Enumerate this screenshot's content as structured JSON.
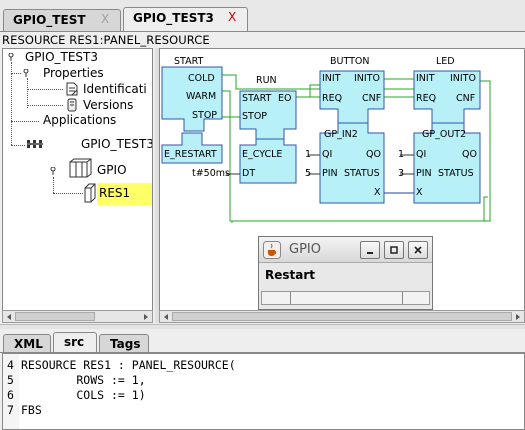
{
  "tabs": [
    {
      "label": "GPIO_TEST",
      "close": "X"
    },
    {
      "label": "GPIO_TEST3",
      "close": "X"
    }
  ],
  "resource_header": "RESOURCE RES1:PANEL_RESOURCE",
  "tree": {
    "root": "GPIO_TEST3",
    "properties": "Properties",
    "identification": "Identificati",
    "versions": "Versions",
    "applications": "Applications",
    "device": "GPIO_TEST3",
    "gpio": "GPIO",
    "res1": "RES1"
  },
  "diagram": {
    "start_block": {
      "title": "START",
      "outputs": [
        "COLD",
        "WARM",
        "STOP"
      ],
      "type": "E_RESTART"
    },
    "run_label": "RUN",
    "cycle_block": {
      "inputs": [
        "START",
        "STOP"
      ],
      "output": "EO",
      "type": "E_CYCLE",
      "dt_label": "DT",
      "dt_value": "t#50ms"
    },
    "button_block": {
      "title": "BUTTON",
      "inputs": [
        "INIT",
        "REQ",
        "QI",
        "PIN"
      ],
      "outputs": [
        "INITO",
        "CNF",
        "QO",
        "STATUS",
        "X"
      ],
      "type": "GP_IN2",
      "qi_value": "1",
      "pin_value": "5"
    },
    "led_block": {
      "title": "LED",
      "inputs": [
        "INIT",
        "REQ",
        "QI",
        "PIN",
        "X"
      ],
      "outputs": [
        "INITO",
        "CNF",
        "QO",
        "STATUS"
      ],
      "type": "GP_OUT2",
      "qi_value": "1",
      "pin_value": "3"
    },
    "colors": {
      "block_fill": "#b8f0f8",
      "block_border": "#3355aa",
      "event_line": "#22aa22",
      "data_line": "#2244aa"
    }
  },
  "popup": {
    "title": "GPIO",
    "restart_label": "Restart",
    "icon": "java-cup-icon"
  },
  "bottom_tabs": [
    {
      "label": "XML"
    },
    {
      "label": "src"
    },
    {
      "label": "Tags"
    }
  ],
  "editor": {
    "lines": [
      {
        "num": "4",
        "text": "RESOURCE RES1 : PANEL_RESOURCE("
      },
      {
        "num": "5",
        "text": "        ROWS := 1,"
      },
      {
        "num": "6",
        "text": "        COLS := 1)"
      },
      {
        "num": "7",
        "text": "FBS"
      }
    ]
  }
}
